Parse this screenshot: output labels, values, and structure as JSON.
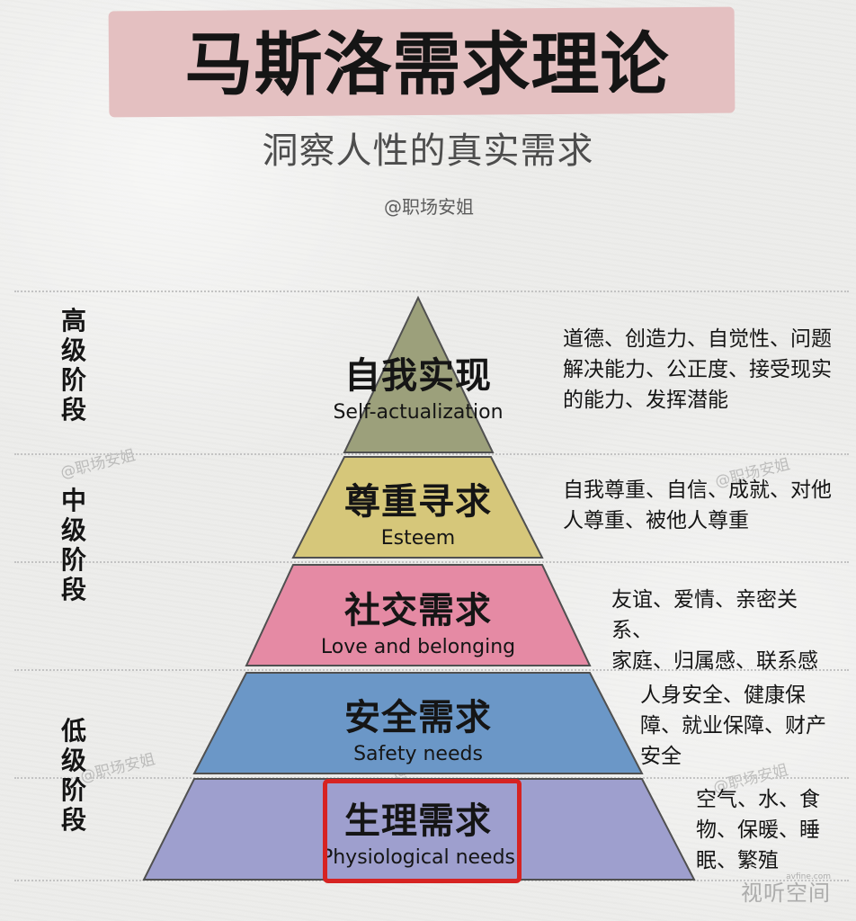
{
  "title": "马斯洛需求理论",
  "subtitle": "洞察人性的真实需求",
  "credit": "@职场安姐",
  "watermarks": [
    {
      "text": "@职场安姐"
    },
    {
      "text": "@职场安姐"
    },
    {
      "text": "@职场安姐"
    },
    {
      "text": "@职场安姐"
    },
    {
      "text": "@职场安姐"
    },
    {
      "text": "@职场安姐"
    }
  ],
  "stages": [
    {
      "label": "高\n级\n阶\n段"
    },
    {
      "label": "中\n级\n阶\n段"
    },
    {
      "label": "低\n级\n阶\n段"
    }
  ],
  "tiers": [
    {
      "zh": "自我实现",
      "en": "Self-actualization",
      "desc": "道德、创造力、自觉性、问题\n解决能力、公正度、接受现实\n的能力、发挥潜能",
      "color": "#9ca07b"
    },
    {
      "zh": "尊重寻求",
      "en": "Esteem",
      "desc": "自我尊重、自信、成就、对他\n人尊重、被他人尊重",
      "color": "#d6c77a"
    },
    {
      "zh": "社交需求",
      "en": "Love and belonging",
      "desc": "友谊、爱情、亲密关系、\n家庭、归属感、联系感",
      "color": "#e58aa4"
    },
    {
      "zh": "安全需求",
      "en": "Safety needs",
      "desc": "人身安全、健康保\n障、就业保障、财产\n安全",
      "color": "#6b97c7"
    },
    {
      "zh": "生理需求",
      "en": "Physiological needs",
      "desc": "空气、水、食\n物、保暖、睡\n眠、繁殖",
      "color": "#9e9fce"
    }
  ],
  "corner_mark": {
    "small": "avfine.com",
    "big": "视听空间"
  }
}
